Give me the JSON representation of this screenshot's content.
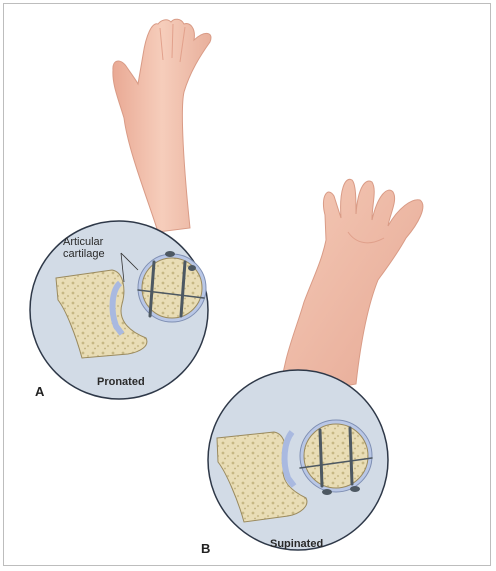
{
  "figure": {
    "panel_a": {
      "letter": "A",
      "label": "Pronated",
      "callout_line1": "Articular",
      "callout_line2": "cartilage"
    },
    "panel_b": {
      "letter": "B",
      "label": "Supinated"
    }
  },
  "colors": {
    "skin": "#f3c6b2",
    "skin_shadow": "#e3a590",
    "inset_fill": "#cfd8e4",
    "inset_ring": "#2e3848",
    "bone": "#e8dcb4",
    "bone_pore": "#c7b98a",
    "cartilage": "#b9c7e6",
    "screw": "#55606a"
  }
}
